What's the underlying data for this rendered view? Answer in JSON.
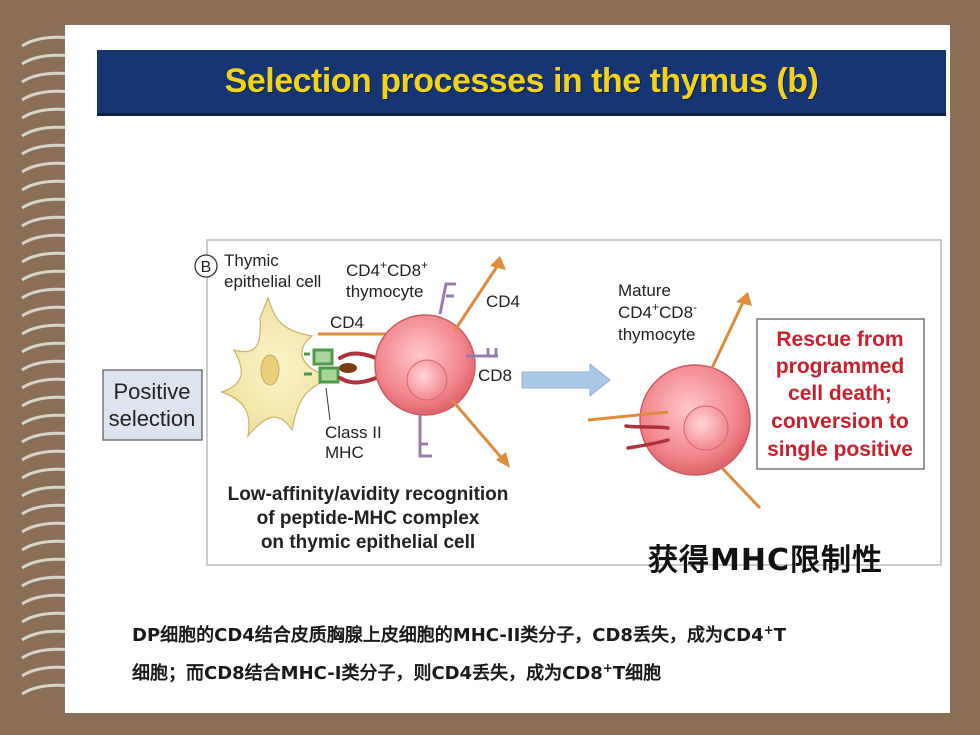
{
  "slide": {
    "title": "Selection processes in the thymus (b)"
  },
  "figure": {
    "panel_letter": "B",
    "side_label_line1": "Positive",
    "side_label_line2": "selection",
    "thymic_label_line1": "Thymic",
    "thymic_label_line2": "epithelial cell",
    "dp_label_line1": "CD4",
    "dp_label_sup1": "+",
    "dp_label_mid": "CD8",
    "dp_label_sup2": "+",
    "dp_label_line2": "thymocyte",
    "cd4_right": "CD4",
    "cd4_left": "CD4",
    "cd8_right": "CD8",
    "mhc_line1": "Class II",
    "mhc_line2": "MHC",
    "mature_line1": "Mature",
    "mature_line2a": "CD4",
    "mature_sup1": "+",
    "mature_line2b": "CD8",
    "mature_sup2": "-",
    "mature_line3": "thymocyte",
    "rescue_lines": [
      "Rescue from",
      "programmed",
      "cell death;",
      "conversion to",
      "single positive"
    ],
    "recognition_lines": [
      "Low-affinity/avidity recognition",
      "of peptide-MHC complex",
      "on thymic epithelial cell"
    ]
  },
  "restriction_note": "获得MHC限制性",
  "caption": {
    "line1_a": "DP细胞的CD4结合皮质胸腺上皮细胞的MHC-ΙΙ类分子，CD8丢失，成为CD4",
    "line1_sup": "+",
    "line1_b": "T",
    "line2_a": "细胞；而CD8结合MHC-Ι类分子，则CD4丢失，成为CD8",
    "line2_sup": "+",
    "line2_b": "T细胞"
  },
  "colors": {
    "title_bar": "#163673",
    "title_text": "#f2d21a",
    "rescue_text": "#cc1f2b",
    "cell_fill": "#f07a80",
    "epithelial_fill": "#f4e7a8",
    "cd4_stroke": "#e08a3c",
    "cd8_stroke": "#9a7bb0"
  }
}
